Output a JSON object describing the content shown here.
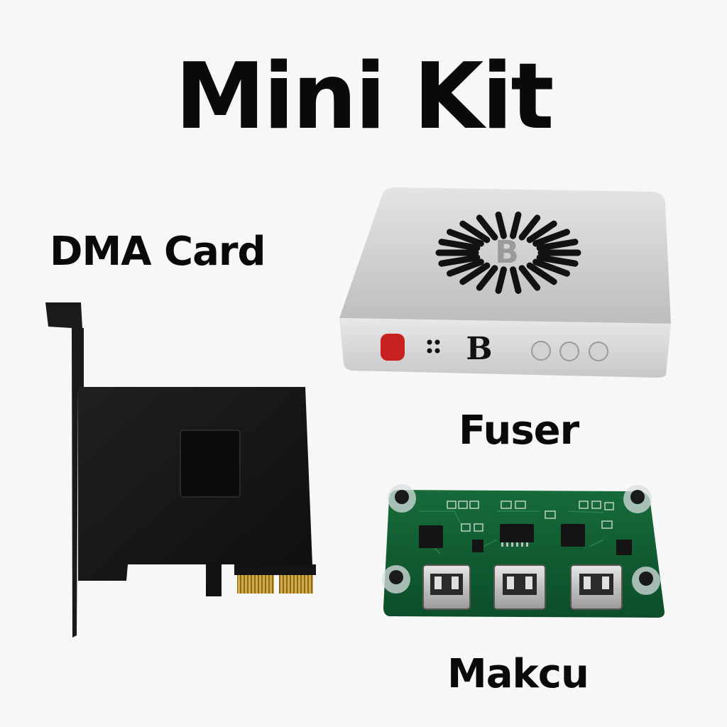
{
  "title": "Mini Kit",
  "products": {
    "dma_card": {
      "label": "DMA Card"
    },
    "fuser": {
      "label": "Fuser",
      "logo_letter": "B"
    },
    "makcu": {
      "label": "Makcu"
    }
  },
  "colors": {
    "background": "#f7f7f7",
    "text": "#0a0a0a",
    "card_black": "#161616",
    "gold_contacts": "#c9a23a",
    "fuser_silver": "#d6d6d8",
    "fuser_button_red": "#c8201e",
    "pcb_green": "#0f5a30"
  }
}
